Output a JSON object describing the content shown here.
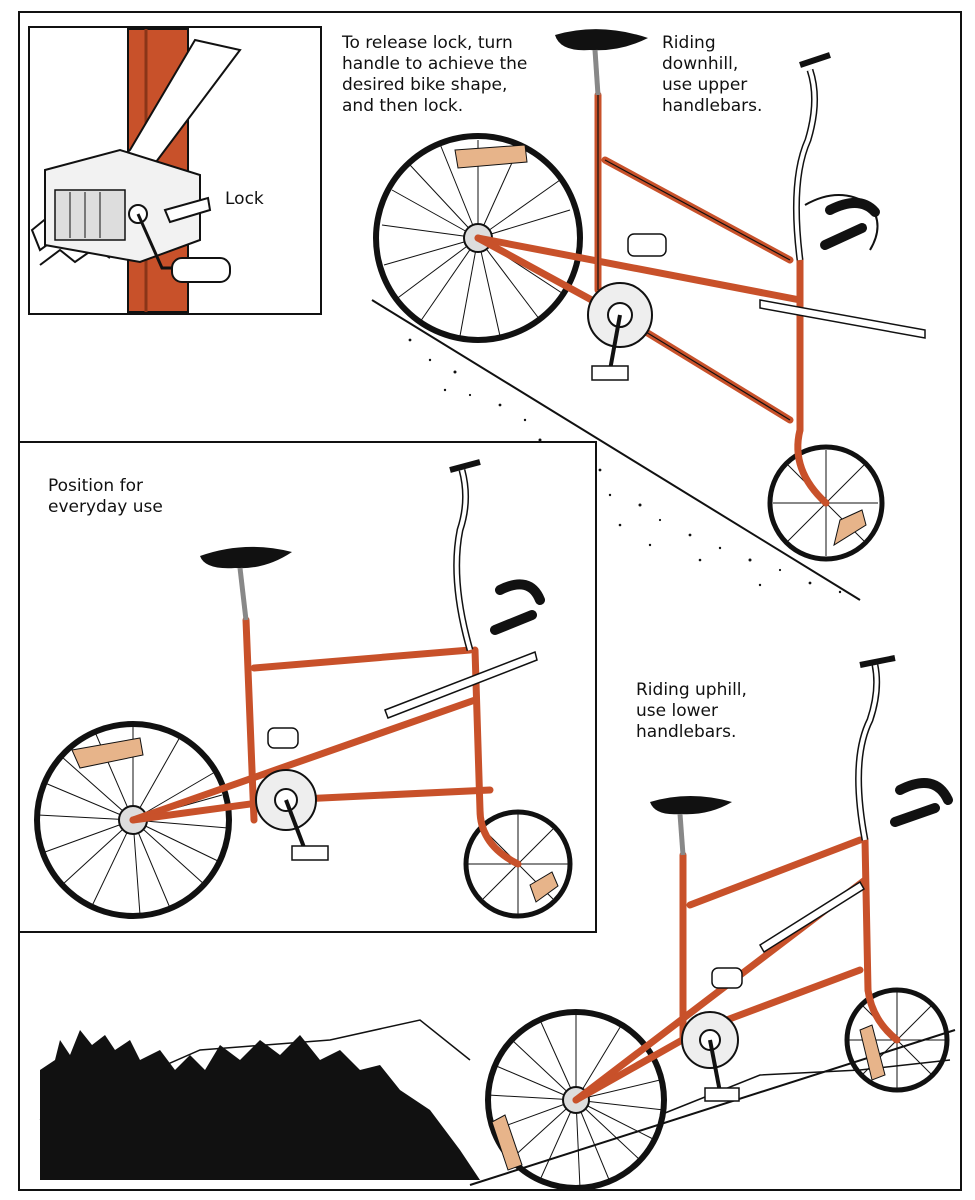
{
  "labels": {
    "release_instructions": "To release lock, turn\nhandle to achieve the\ndesired bike shape,\nand then lock.",
    "lock": "Lock",
    "downhill": "Riding\ndownhill,\nuse upper\nhandlebars.",
    "everyday": "Position for\neveryday use",
    "uphill": "Riding uphill,\nuse lower\nhandlebars."
  },
  "colors": {
    "frame": "#c8512a",
    "ink": "#111111",
    "pad": "#e7b48a",
    "paper": "#ffffff"
  }
}
